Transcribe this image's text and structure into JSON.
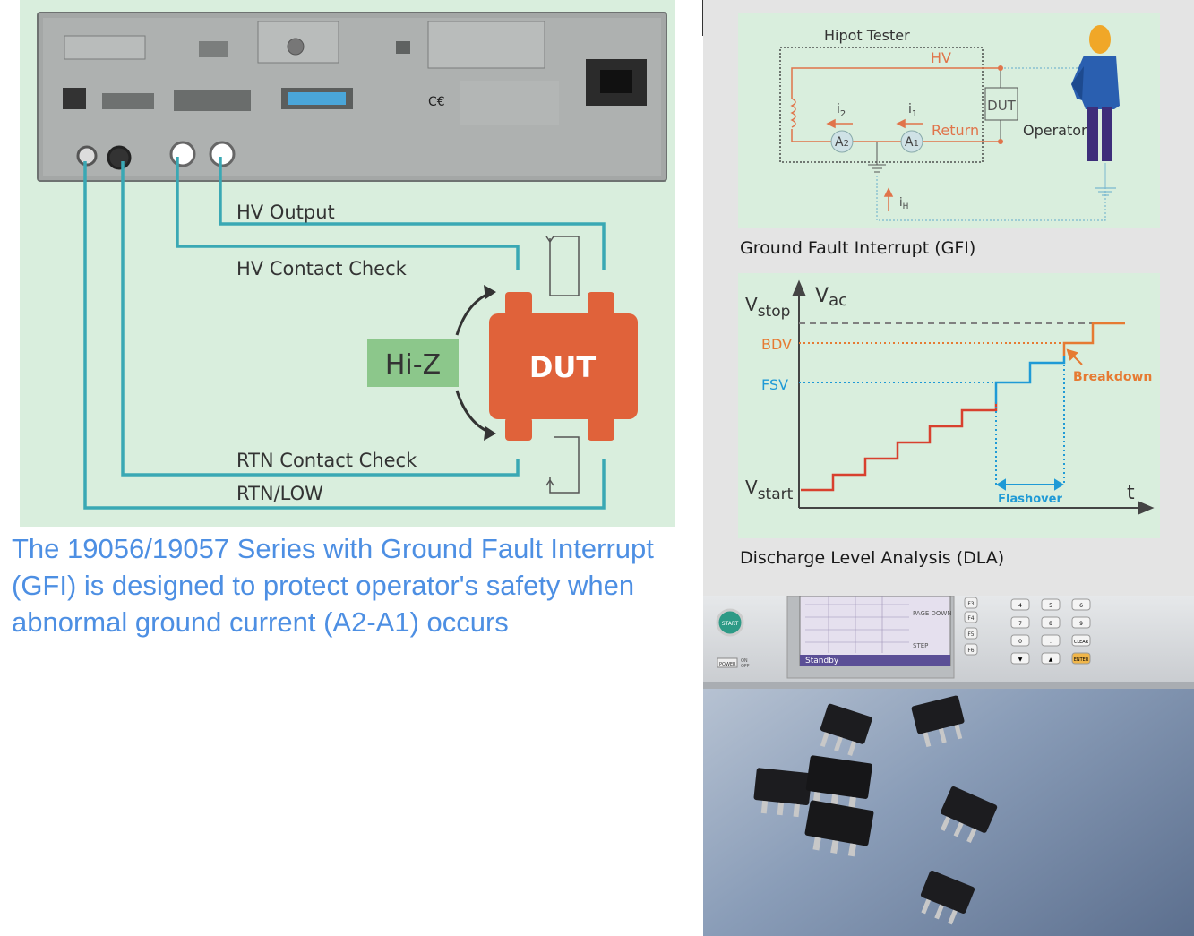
{
  "wiring": {
    "labels": {
      "hv_output": "HV Output",
      "hv_contact_check": "HV Contact Check",
      "rtn_contact_check": "RTN Contact Check",
      "rtn_low": "RTN/LOW",
      "hi_z": "Hi-Z",
      "dut": "DUT"
    },
    "colors": {
      "wire": "#3aa8b4",
      "dut": "#e0623a",
      "hi_z": "#8cc78b",
      "panel": "#d9eedd",
      "device": "#a4a7a6"
    }
  },
  "caption": "The 19056/19057 Series with Ground Fault Interrupt (GFI) is designed to protect operator's safety  when abnormal ground current (A2-A1) occurs",
  "gfi_diagram": {
    "title": "Hipot Tester",
    "hv": "HV",
    "return": "Return",
    "dut": "DUT",
    "operator": "Operator",
    "i2": "i",
    "i2_sub": "2",
    "i1": "i",
    "i1_sub": "1",
    "a2": "A",
    "a2_sub": "2",
    "a1": "A",
    "a1_sub": "1",
    "ih": "i",
    "ih_sub": "H",
    "caption": "Ground Fault Interrupt (GFI)"
  },
  "dla_diagram": {
    "vac": "V",
    "vac_sub": "ac",
    "vstop": "V",
    "vstop_sub": "stop",
    "bdv": "BDV",
    "fsv": "FSV",
    "vstart": "V",
    "vstart_sub": "start",
    "t": "t",
    "breakdown": "Breakdown",
    "flashover": "Flashover",
    "caption": "Discharge Level Analysis  (DLA)",
    "colors": {
      "red": "#d8402e",
      "blue": "#1f9ad6",
      "orange": "#e67a32",
      "gray": "#808080"
    }
  },
  "photo": {
    "start": "START",
    "power": "POWER",
    "on": "ON",
    "off": "OFF",
    "standby": "Standby",
    "page_down": "PAGE DOWN",
    "step": "STEP",
    "f_keys": [
      "F3",
      "F4",
      "F5",
      "F6"
    ],
    "keys": [
      "4",
      "5",
      "6",
      "7",
      "8",
      "9",
      "0",
      ".",
      "CLEAR",
      "▼",
      "▲",
      "ENTER"
    ]
  }
}
